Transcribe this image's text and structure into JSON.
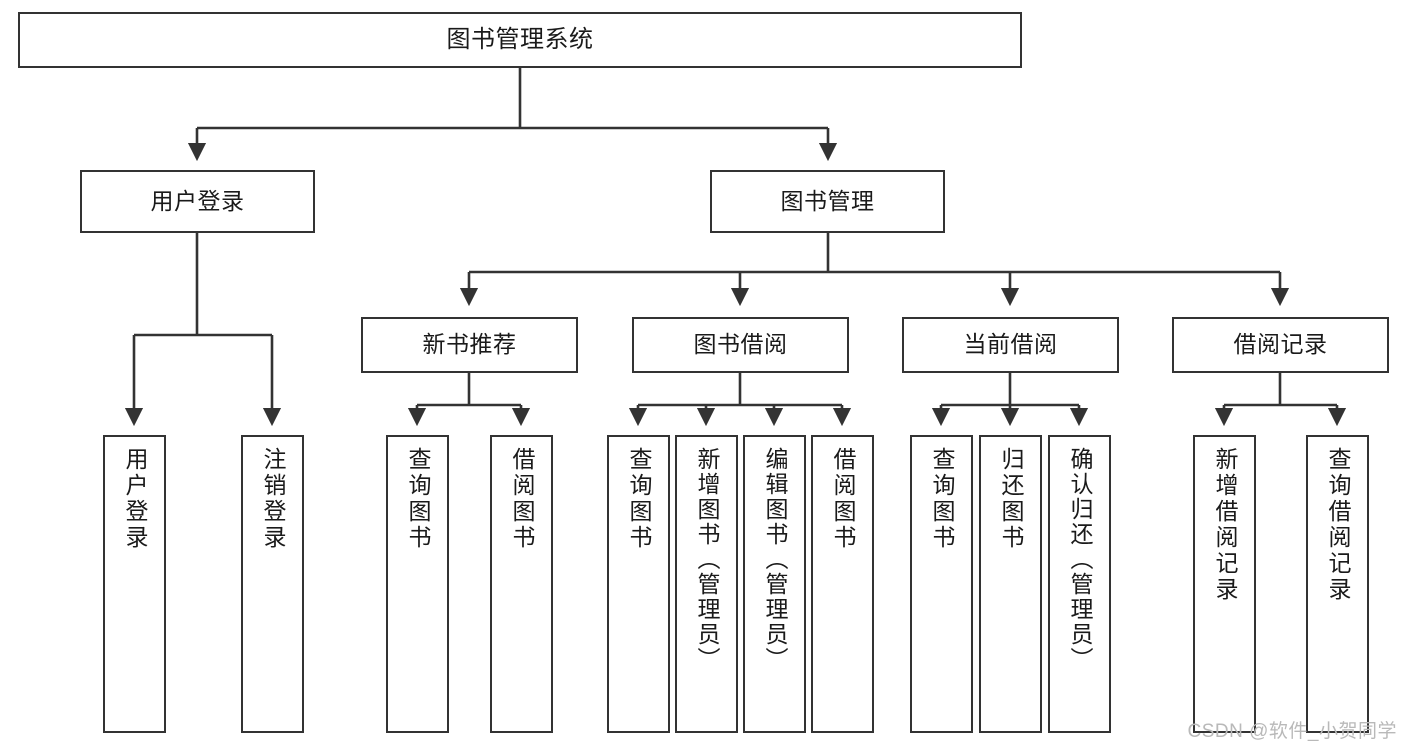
{
  "diagram": {
    "title": "图书管理系统",
    "type": "hierarchy-tree",
    "watermark": "CSDN @软件_小贺同学",
    "colors": {
      "box_border": "#333333",
      "box_fill": "#ffffff",
      "connector": "#333333",
      "text": "#1a1a1a",
      "watermark": "#b9b9b9",
      "background": "#ffffff"
    },
    "root": {
      "label": "图书管理系统"
    },
    "level1": [
      {
        "label": "用户登录"
      },
      {
        "label": "图书管理"
      }
    ],
    "level2": [
      {
        "label": "新书推荐"
      },
      {
        "label": "图书借阅"
      },
      {
        "label": "当前借阅"
      },
      {
        "label": "借阅记录"
      }
    ],
    "leaves": {
      "user_login": [
        {
          "label": "用户登录"
        },
        {
          "label": "注销登录"
        }
      ],
      "new_book_recommend": [
        {
          "label": "查询图书"
        },
        {
          "label": "借阅图书"
        }
      ],
      "book_borrow": [
        {
          "label": "查询图书"
        },
        {
          "label": "新增图书（管理员）"
        },
        {
          "label": "编辑图书（管理员）"
        },
        {
          "label": "借阅图书"
        }
      ],
      "current_borrow": [
        {
          "label": "查询图书"
        },
        {
          "label": "归还图书"
        },
        {
          "label": "确认归还（管理员）"
        }
      ],
      "borrow_record": [
        {
          "label": "新增借阅记录"
        },
        {
          "label": "查询借阅记录"
        }
      ]
    }
  }
}
